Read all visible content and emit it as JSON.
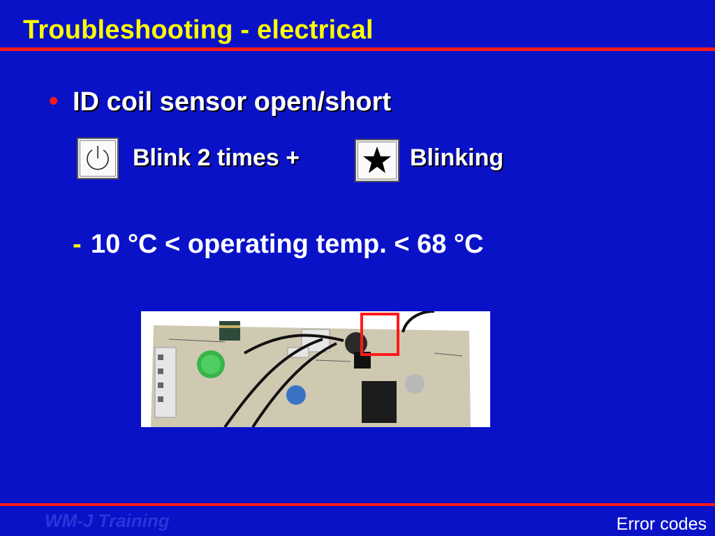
{
  "slide": {
    "title": "Troubleshooting - electrical",
    "bullet": "ID coil sensor open/short",
    "blink_power": "Blink 2 times +",
    "blink_star": "Blinking",
    "temp_dash": "-",
    "temp_range": "10 °C < operating temp. < 68 °C",
    "footer_left": "WM-J Training",
    "footer_right": "Error codes"
  },
  "icons": {
    "power": "power-icon",
    "star": "star-icon"
  },
  "colors": {
    "background": "#0a12c8",
    "title": "#ffff00",
    "rule": "#ff1a1a",
    "bullet": "#ff1a1a",
    "text": "#ffffff"
  }
}
